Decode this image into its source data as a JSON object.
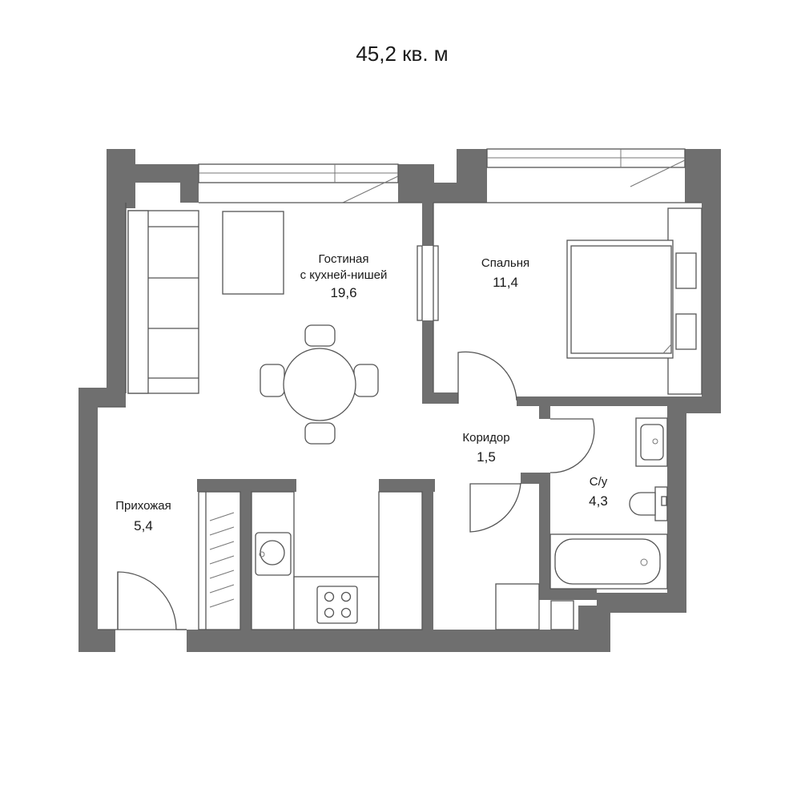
{
  "plan": {
    "total_area": "45,2 кв. м",
    "rooms": {
      "living": {
        "name_line1": "Гостиная",
        "name_line2": "с кухней-нишей",
        "area": "19,6"
      },
      "bedroom": {
        "name": "Спальня",
        "area": "11,4"
      },
      "corridor": {
        "name": "Коридор",
        "area": "1,5"
      },
      "bathroom": {
        "name": "С/у",
        "area": "4,3"
      },
      "hallway": {
        "name": "Прихожая",
        "area": "5,4"
      }
    }
  },
  "colors": {
    "wall": "#6f6f6f",
    "line": "#555555",
    "background": "#ffffff"
  }
}
